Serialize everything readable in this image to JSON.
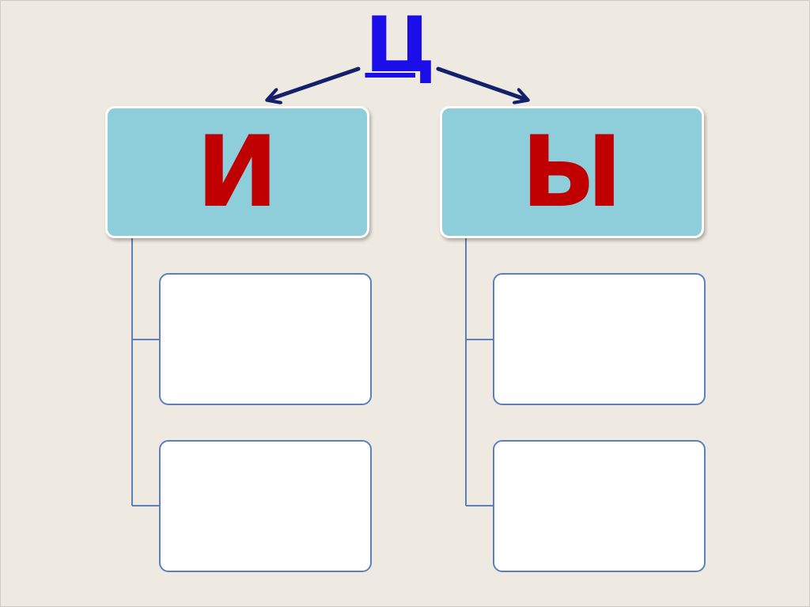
{
  "diagram": {
    "root_letter": "Ц",
    "branches": [
      {
        "letter": "И",
        "children": [
          "",
          ""
        ]
      },
      {
        "letter": "Ы",
        "children": [
          "",
          ""
        ]
      }
    ]
  },
  "colors": {
    "background": "#eeeae2",
    "root_letter": "#1c0ee8",
    "arrows": "#14206a",
    "header_fill": "#8ecedb",
    "header_text": "#c00000",
    "child_border": "#5b7fbf",
    "connector": "#5b7fbf"
  }
}
